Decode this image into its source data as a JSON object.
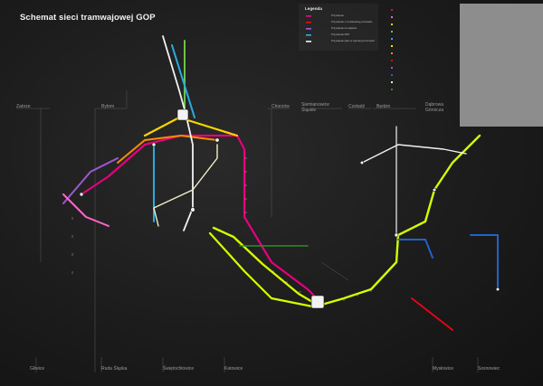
{
  "title": "Schemat sieci tramwajowej GOP",
  "legend": {
    "title": "Legenda",
    "items": [
      "Przystanek",
      "Przystanek z możliwością przesiadki",
      "Przystanek na żądanie",
      "Przystanek PKP",
      "Przystanek tylko w wybranych kursach"
    ]
  },
  "districts": [
    "Zabrze",
    "Bytom",
    "Chorzów",
    "Siemianowice Śląskie",
    "Czeladź",
    "Będzin",
    "Dąbrowa Górnicza",
    "Gliwice",
    "Ruda Śląska",
    "Świętochłowice",
    "Katowice",
    "Mysłowice",
    "Sosnowiec"
  ],
  "colors": {
    "background": "#1c1c1c",
    "magenta": "#e6007e",
    "yellow": "#ffd400",
    "lime": "#d4ff00",
    "green": "#6cc24a",
    "orange": "#ff8c00",
    "cyan": "#29abe2",
    "blue": "#1e64c8",
    "purple": "#9b59d0",
    "white": "#f2f2f2",
    "cream": "#f5f0c8",
    "red": "#e30613",
    "pink": "#ff66cc",
    "dark_green": "#2e8b2e"
  }
}
